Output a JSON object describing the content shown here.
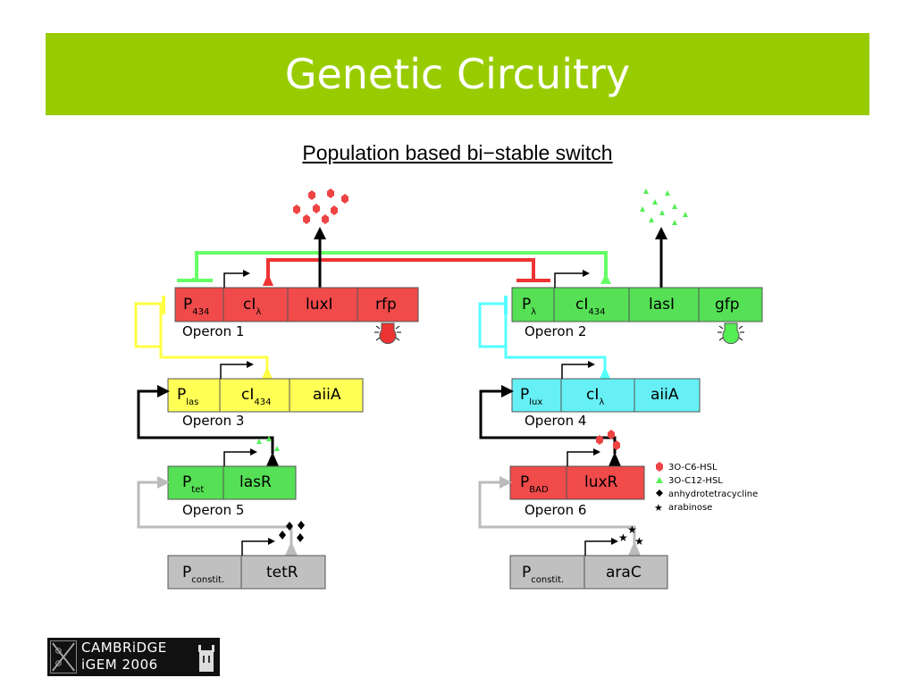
{
  "slide": {
    "title": "Genetic Circuitry",
    "subtitle": "Population based bi−stable switch"
  },
  "colors": {
    "title_bar": "#99cc00",
    "red": "#f04a4a",
    "green": "#55e055",
    "yellow": "#ffff55",
    "cyan": "#66f0f5",
    "grey": "#c0c0c0",
    "line_green": "#66ff66",
    "line_red": "#ee3333",
    "line_yellow": "#ffff44",
    "line_cyan": "#55ffff",
    "line_grey": "#bbbbbb"
  },
  "operons": {
    "op1": {
      "label": "Operon 1",
      "promoter": "P",
      "promoter_sub": "434",
      "genes": [
        {
          "t": "cI",
          "s": "λ"
        },
        {
          "t": "luxI",
          "s": ""
        },
        {
          "t": "rfp",
          "s": ""
        }
      ]
    },
    "op2": {
      "label": "Operon 2",
      "promoter": "P",
      "promoter_sub": "λ",
      "genes": [
        {
          "t": "cI",
          "s": "434"
        },
        {
          "t": "lasI",
          "s": ""
        },
        {
          "t": "gfp",
          "s": ""
        }
      ]
    },
    "op3": {
      "label": "Operon 3",
      "promoter": "P",
      "promoter_sub": "las",
      "genes": [
        {
          "t": "cI",
          "s": "434"
        },
        {
          "t": "aiiA",
          "s": ""
        }
      ]
    },
    "op4": {
      "label": "Operon 4",
      "promoter": "P",
      "promoter_sub": "lux",
      "genes": [
        {
          "t": "cI",
          "s": "λ"
        },
        {
          "t": "aiiA",
          "s": ""
        }
      ]
    },
    "op5": {
      "label": "Operon 5",
      "promoter": "P",
      "promoter_sub": "tet",
      "genes": [
        {
          "t": "lasR",
          "s": ""
        }
      ]
    },
    "op6": {
      "label": "Operon 6",
      "promoter": "P",
      "promoter_sub": "BAD",
      "genes": [
        {
          "t": "luxR",
          "s": ""
        }
      ]
    },
    "op7": {
      "label": "",
      "promoter": "P",
      "promoter_sub": "constit.",
      "genes": [
        {
          "t": "tetR",
          "s": ""
        }
      ]
    },
    "op8": {
      "label": "",
      "promoter": "P",
      "promoter_sub": "constit.",
      "genes": [
        {
          "t": "araC",
          "s": ""
        }
      ]
    }
  },
  "legend": [
    {
      "symbol": "red-hexagon",
      "text": "3O-C6-HSL"
    },
    {
      "symbol": "green-triangle",
      "text": "3O-C12-HSL"
    },
    {
      "symbol": "black-diamond",
      "text": "anhydrotetracycline"
    },
    {
      "symbol": "black-star",
      "text": "arabinose"
    }
  ],
  "logo": {
    "line1": "CAMBRiDGE",
    "line2": "iGEM 2006"
  }
}
